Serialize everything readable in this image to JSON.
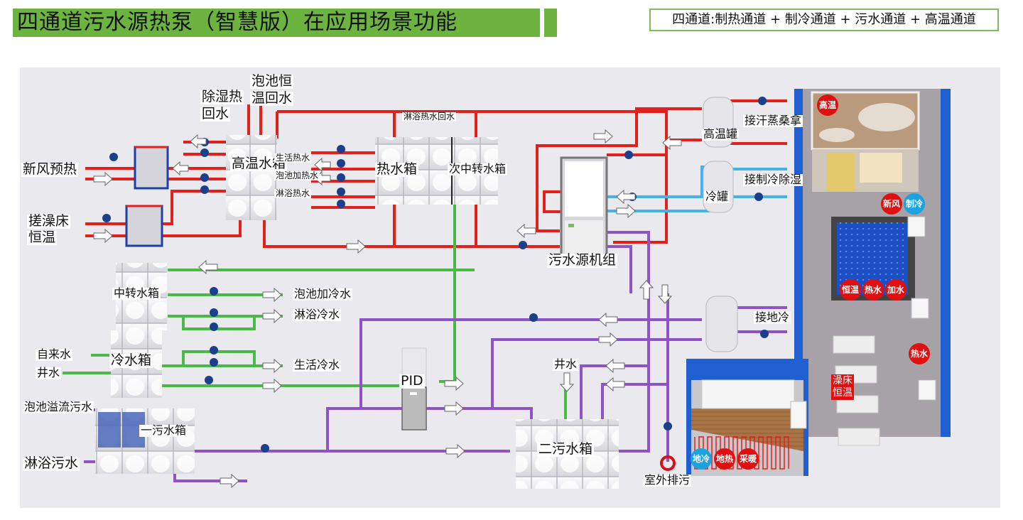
{
  "header": {
    "title": "四通道污水源热泵（智慧版）在应用场景功能",
    "channels_summary": "四通道:制热通道 + 制冷通道 + 污水通道 + 高温通道"
  },
  "colors": {
    "title_bg": "#6db33f",
    "hot_pipe": "#e3201b",
    "cold_pipe": "#46b1e6",
    "fresh_water_pipe": "#4cb848",
    "sewage_pipe": "#8e53c9",
    "room_wall": "#1f5fd1",
    "badge_red": "#e01010",
    "badge_blue": "#1aa3e0"
  },
  "tanks": {
    "high_temp_tank": "高温水箱",
    "hot_water_tank": "热水箱",
    "secondary_transfer_tank": "次中转水箱",
    "transfer_tank": "中转水箱",
    "cold_water_tank": "冷水箱",
    "sewage_tank_1": "一污水箱",
    "sewage_tank_2": "二污水箱",
    "high_temp_vessel": "高温罐",
    "cold_vessel": "冷罐"
  },
  "equipment": {
    "heat_pump_unit": "污水源机组",
    "pid_controller": "PID"
  },
  "pipe_labels": {
    "fresh_air_preheat": "新风预热",
    "rubbing_bed_line1": "搓澡床",
    "rubbing_bed_line2": "恒温",
    "dehumid_return_line1": "除湿热",
    "dehumid_return_line2": "回水",
    "pool_return_line1": "泡池恒",
    "pool_return_line2": "温回水",
    "domestic_hot_water": "生活热水",
    "pool_heating_water": "泡池加热水",
    "shower_hot_water": "淋浴热水",
    "shower_hot_return": "淋浴热水回水",
    "sauna_connect": "接汗蒸桑拿",
    "cooling_dehumid": "接制冷除湿",
    "floor_cooling": "接地冷",
    "pool_cold_water": "泡池加冷水",
    "shower_cold_water": "淋浴冷水",
    "domestic_cold_water": "生活冷水",
    "tap_water": "自来水",
    "well_water_left": "井水",
    "well_water_mid": "井水",
    "pool_overflow": "泡池溢流污水",
    "shower_sewage": "淋浴污水",
    "outdoor_discharge": "室外排污"
  },
  "scene_badges": {
    "high_temp": "高温",
    "fresh_air": "新风",
    "cooling": "制冷",
    "constant_temp": "恒温",
    "hot_water_pool": "热水",
    "add_water": "加水",
    "hot_water_wall": "热水",
    "bath_bed_line1": "澡床",
    "bath_bed_line2": "恒温",
    "floor_cool": "地冷",
    "floor_heat": "地热",
    "heating": "采暖"
  }
}
